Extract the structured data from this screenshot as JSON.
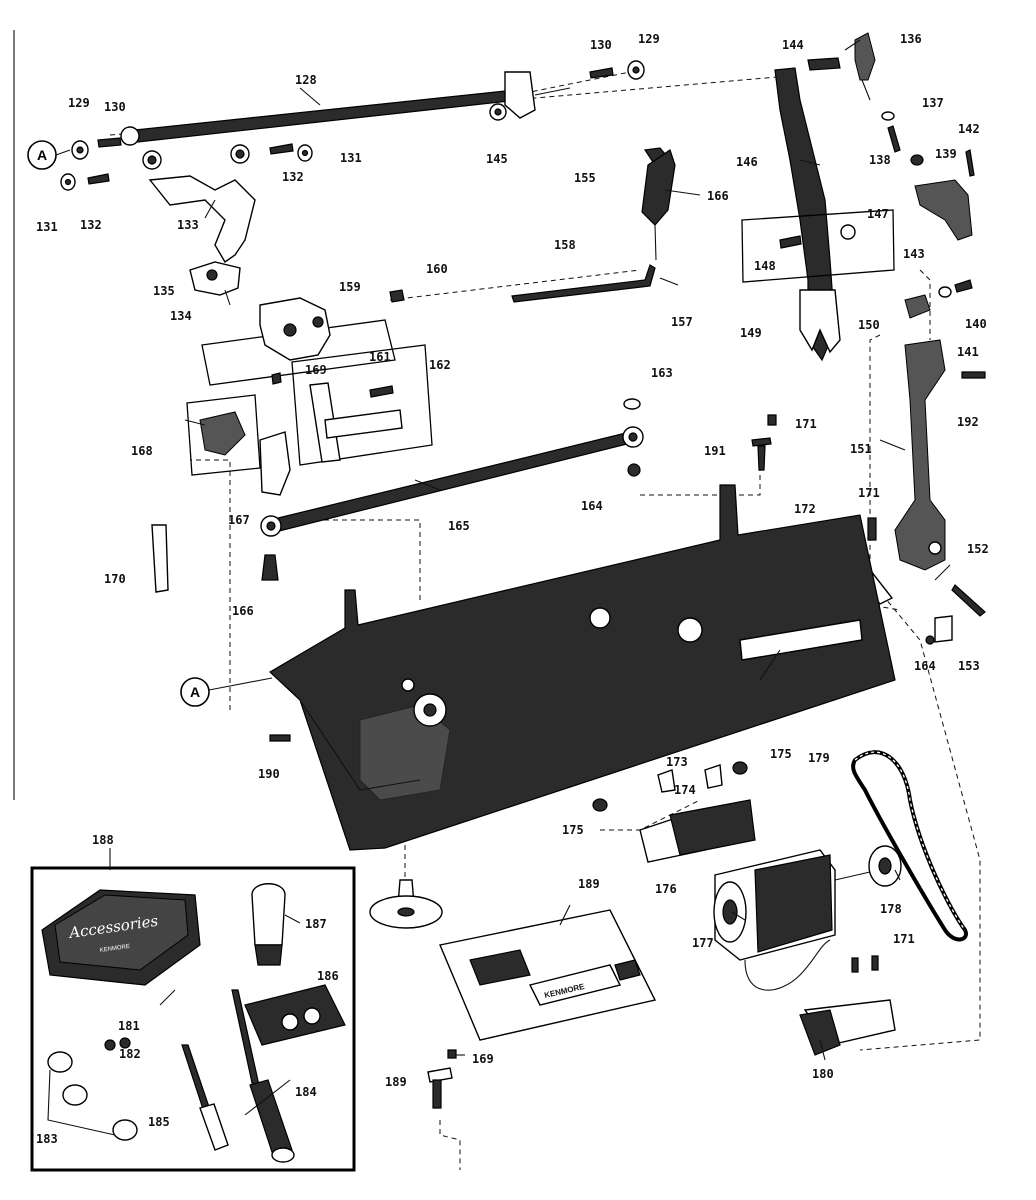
{
  "callouts": [
    {
      "id": "c-129a",
      "text": "129"
    },
    {
      "id": "c-130a",
      "text": "130"
    },
    {
      "id": "c-128",
      "text": "128"
    },
    {
      "id": "c-130b",
      "text": "130"
    },
    {
      "id": "c-129b",
      "text": "129"
    },
    {
      "id": "c-144",
      "text": "144"
    },
    {
      "id": "c-136",
      "text": "136"
    },
    {
      "id": "c-131a",
      "text": "131"
    },
    {
      "id": "c-132a",
      "text": "132"
    },
    {
      "id": "c-131b",
      "text": "131"
    },
    {
      "id": "c-132b",
      "text": "132"
    },
    {
      "id": "c-133",
      "text": "133"
    },
    {
      "id": "c-145",
      "text": "145"
    },
    {
      "id": "c-137",
      "text": "137"
    },
    {
      "id": "c-142",
      "text": "142"
    },
    {
      "id": "c-138",
      "text": "138"
    },
    {
      "id": "c-139",
      "text": "139"
    },
    {
      "id": "c-146",
      "text": "146"
    },
    {
      "id": "c-155",
      "text": "155"
    },
    {
      "id": "c-166a",
      "text": "166"
    },
    {
      "id": "c-147",
      "text": "147"
    },
    {
      "id": "c-143",
      "text": "143"
    },
    {
      "id": "c-148",
      "text": "148"
    },
    {
      "id": "c-149",
      "text": "149"
    },
    {
      "id": "c-158",
      "text": "158"
    },
    {
      "id": "c-157",
      "text": "157"
    },
    {
      "id": "c-135",
      "text": "135"
    },
    {
      "id": "c-134",
      "text": "134"
    },
    {
      "id": "c-159",
      "text": "159"
    },
    {
      "id": "c-160",
      "text": "160"
    },
    {
      "id": "c-150",
      "text": "150"
    },
    {
      "id": "c-140",
      "text": "140"
    },
    {
      "id": "c-141",
      "text": "141"
    },
    {
      "id": "c-161",
      "text": "161"
    },
    {
      "id": "c-162",
      "text": "162"
    },
    {
      "id": "c-169a",
      "text": "169"
    },
    {
      "id": "c-168",
      "text": "168"
    },
    {
      "id": "c-163",
      "text": "163"
    },
    {
      "id": "c-192",
      "text": "192"
    },
    {
      "id": "c-171a",
      "text": "171"
    },
    {
      "id": "c-191",
      "text": "191"
    },
    {
      "id": "c-151",
      "text": "151"
    },
    {
      "id": "c-167",
      "text": "167"
    },
    {
      "id": "c-164a",
      "text": "164"
    },
    {
      "id": "c-165",
      "text": "165"
    },
    {
      "id": "c-171b",
      "text": "171"
    },
    {
      "id": "c-172",
      "text": "172"
    },
    {
      "id": "c-152",
      "text": "152"
    },
    {
      "id": "c-170",
      "text": "170"
    },
    {
      "id": "c-166b",
      "text": "166"
    },
    {
      "id": "c-164b",
      "text": "164"
    },
    {
      "id": "c-153",
      "text": "153"
    },
    {
      "id": "c-190",
      "text": "190"
    },
    {
      "id": "c-173a",
      "text": "173"
    },
    {
      "id": "c-175a",
      "text": "175"
    },
    {
      "id": "c-179",
      "text": "179"
    },
    {
      "id": "c-174",
      "text": "174"
    },
    {
      "id": "c-175b",
      "text": "175"
    },
    {
      "id": "c-188",
      "text": "188"
    },
    {
      "id": "c-189a",
      "text": "189"
    },
    {
      "id": "c-176",
      "text": "176"
    },
    {
      "id": "c-178",
      "text": "178"
    },
    {
      "id": "c-187",
      "text": "187"
    },
    {
      "id": "c-177",
      "text": "177"
    },
    {
      "id": "c-171c",
      "text": "171"
    },
    {
      "id": "c-186",
      "text": "186"
    },
    {
      "id": "c-181",
      "text": "181"
    },
    {
      "id": "c-182",
      "text": "182"
    },
    {
      "id": "c-183",
      "text": "183"
    },
    {
      "id": "c-185",
      "text": "185"
    },
    {
      "id": "c-184",
      "text": "184"
    },
    {
      "id": "c-189b",
      "text": "189"
    },
    {
      "id": "c-169b",
      "text": "169"
    },
    {
      "id": "c-180",
      "text": "180"
    }
  ],
  "reference_marks": {
    "top": "A",
    "bottom": "A"
  },
  "product_text": {
    "tin_title": "Accessories",
    "tin_subtitle": "KENMORE",
    "manual_brand": "KENMORE"
  }
}
